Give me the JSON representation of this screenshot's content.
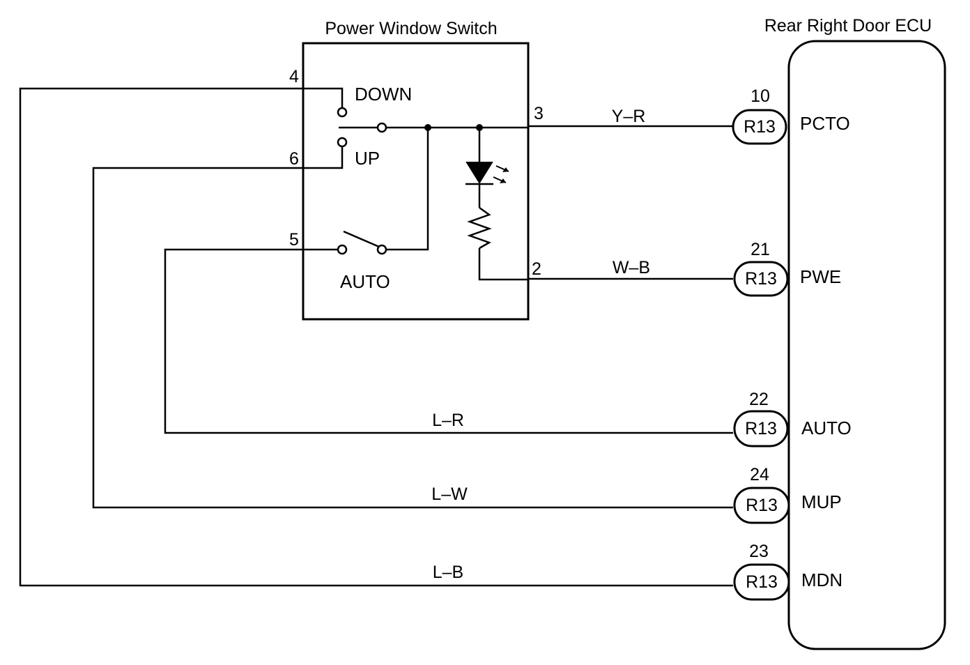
{
  "switch": {
    "title": "Power Window Switch",
    "pins": {
      "p4": "4",
      "p6": "6",
      "p5": "5",
      "p3": "3",
      "p2": "2"
    },
    "labels": {
      "down": "DOWN",
      "up": "UP",
      "auto": "AUTO"
    }
  },
  "ecu": {
    "title": "Rear Right Door ECU",
    "terminals": [
      {
        "pin": "10",
        "connector": "R13",
        "signal": "PCTO",
        "wire": "Y–R"
      },
      {
        "pin": "21",
        "connector": "R13",
        "signal": "PWE",
        "wire": "W–B"
      },
      {
        "pin": "22",
        "connector": "R13",
        "signal": "AUTO",
        "wire": "L–R"
      },
      {
        "pin": "24",
        "connector": "R13",
        "signal": "MUP",
        "wire": "L–W"
      },
      {
        "pin": "23",
        "connector": "R13",
        "signal": "MDN",
        "wire": "L–B"
      }
    ]
  }
}
